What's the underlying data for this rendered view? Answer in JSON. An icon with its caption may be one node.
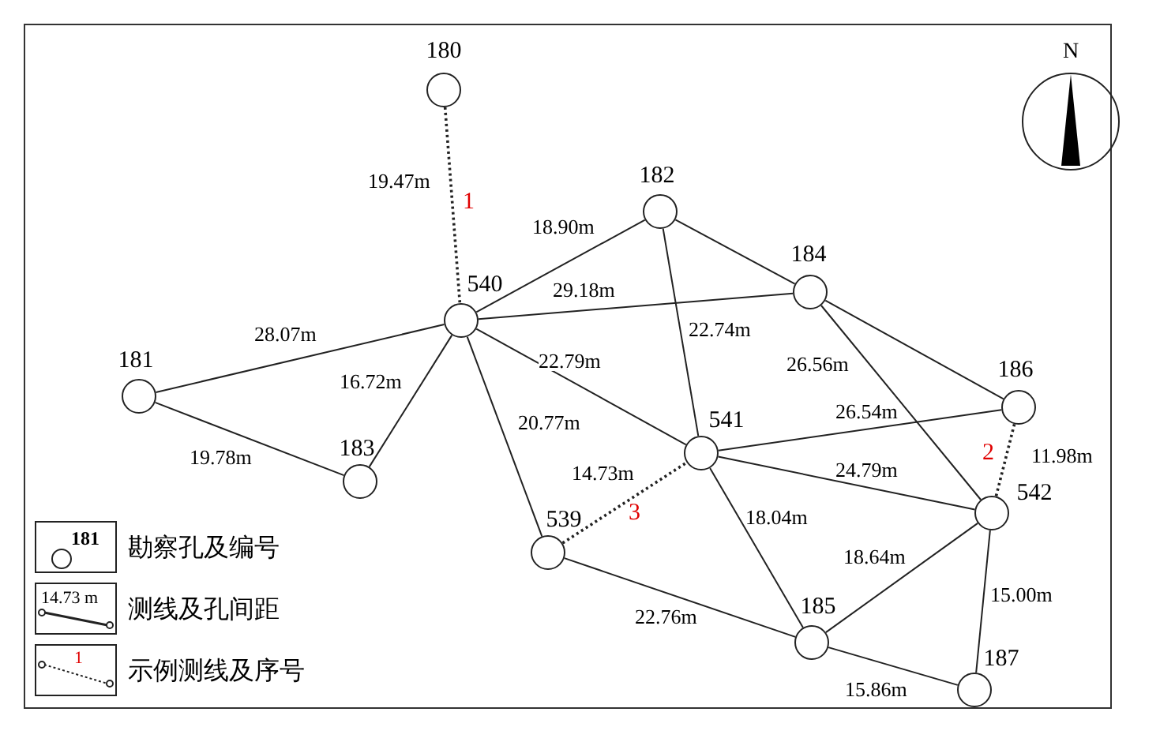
{
  "diagram": {
    "nodes": [
      {
        "text": [
          "180"
        ]
      },
      {
        "text": [
          "182"
        ]
      },
      {
        "text": [
          "184"
        ]
      },
      {
        "text": [
          "540"
        ]
      },
      {
        "text": [
          "181"
        ]
      },
      {
        "text": [
          "186"
        ]
      },
      {
        "text": [
          "541"
        ]
      },
      {
        "text": [
          "183"
        ]
      },
      {
        "text": [
          "542"
        ]
      },
      {
        "text": [
          "539"
        ]
      },
      {
        "text": [
          "185"
        ]
      },
      {
        "text": [
          "187"
        ]
      }
    ],
    "edges": [
      {
        "from": 0,
        "to": 3,
        "arrow": "none",
        "style": "dashed",
        "label": "19.47m"
      },
      {
        "from": 3,
        "to": 1,
        "arrow": "none",
        "label": "18.90m"
      },
      {
        "from": 3,
        "to": 2,
        "arrow": "none",
        "label": "29.18m"
      },
      {
        "from": 1,
        "to": 6,
        "arrow": "none",
        "label": "22.74m"
      },
      {
        "from": 1,
        "to": 2,
        "arrow": "none"
      },
      {
        "from": 2,
        "to": 5,
        "arrow": "none"
      },
      {
        "from": 2,
        "to": 8,
        "arrow": "none",
        "label": "26.56m"
      },
      {
        "from": 3,
        "to": 6,
        "arrow": "none",
        "label": "22.79m"
      },
      {
        "from": 4,
        "to": 3,
        "arrow": "none",
        "label": "28.07m"
      },
      {
        "from": 3,
        "to": 7,
        "arrow": "none",
        "label": "16.72m"
      },
      {
        "from": 3,
        "to": 9,
        "arrow": "none",
        "label": "20.77m"
      },
      {
        "from": 4,
        "to": 7,
        "arrow": "none",
        "label": "19.78m"
      },
      {
        "from": 6,
        "to": 5,
        "arrow": "none",
        "label": "26.54m"
      },
      {
        "from": 6,
        "to": 8,
        "arrow": "none",
        "label": "24.79m"
      },
      {
        "from": 5,
        "to": 8,
        "arrow": "none",
        "style": "dashed",
        "label": "11.98m"
      },
      {
        "from": 9,
        "to": 6,
        "arrow": "none",
        "style": "dashed",
        "label": "14.73m"
      },
      {
        "from": 6,
        "to": 10,
        "arrow": "none",
        "label": "18.04m"
      },
      {
        "from": 9,
        "to": 10,
        "arrow": "none",
        "label": "22.76m"
      },
      {
        "from": 10,
        "to": 8,
        "arrow": "none",
        "label": "18.64m"
      },
      {
        "from": 8,
        "to": 11,
        "arrow": "none",
        "label": "15.00m"
      },
      {
        "from": 10,
        "to": 11,
        "arrow": "none",
        "label": "15.86m"
      }
    ],
    "labels": [
      "N",
      "1",
      "2",
      "3",
      "181",
      "14.73 m",
      "1"
    ],
    "legend": [
      {
        "text": "勘察孔及编号"
      },
      {
        "text": "测线及孔间距"
      },
      {
        "text": "示例测线及序号"
      }
    ]
  }
}
